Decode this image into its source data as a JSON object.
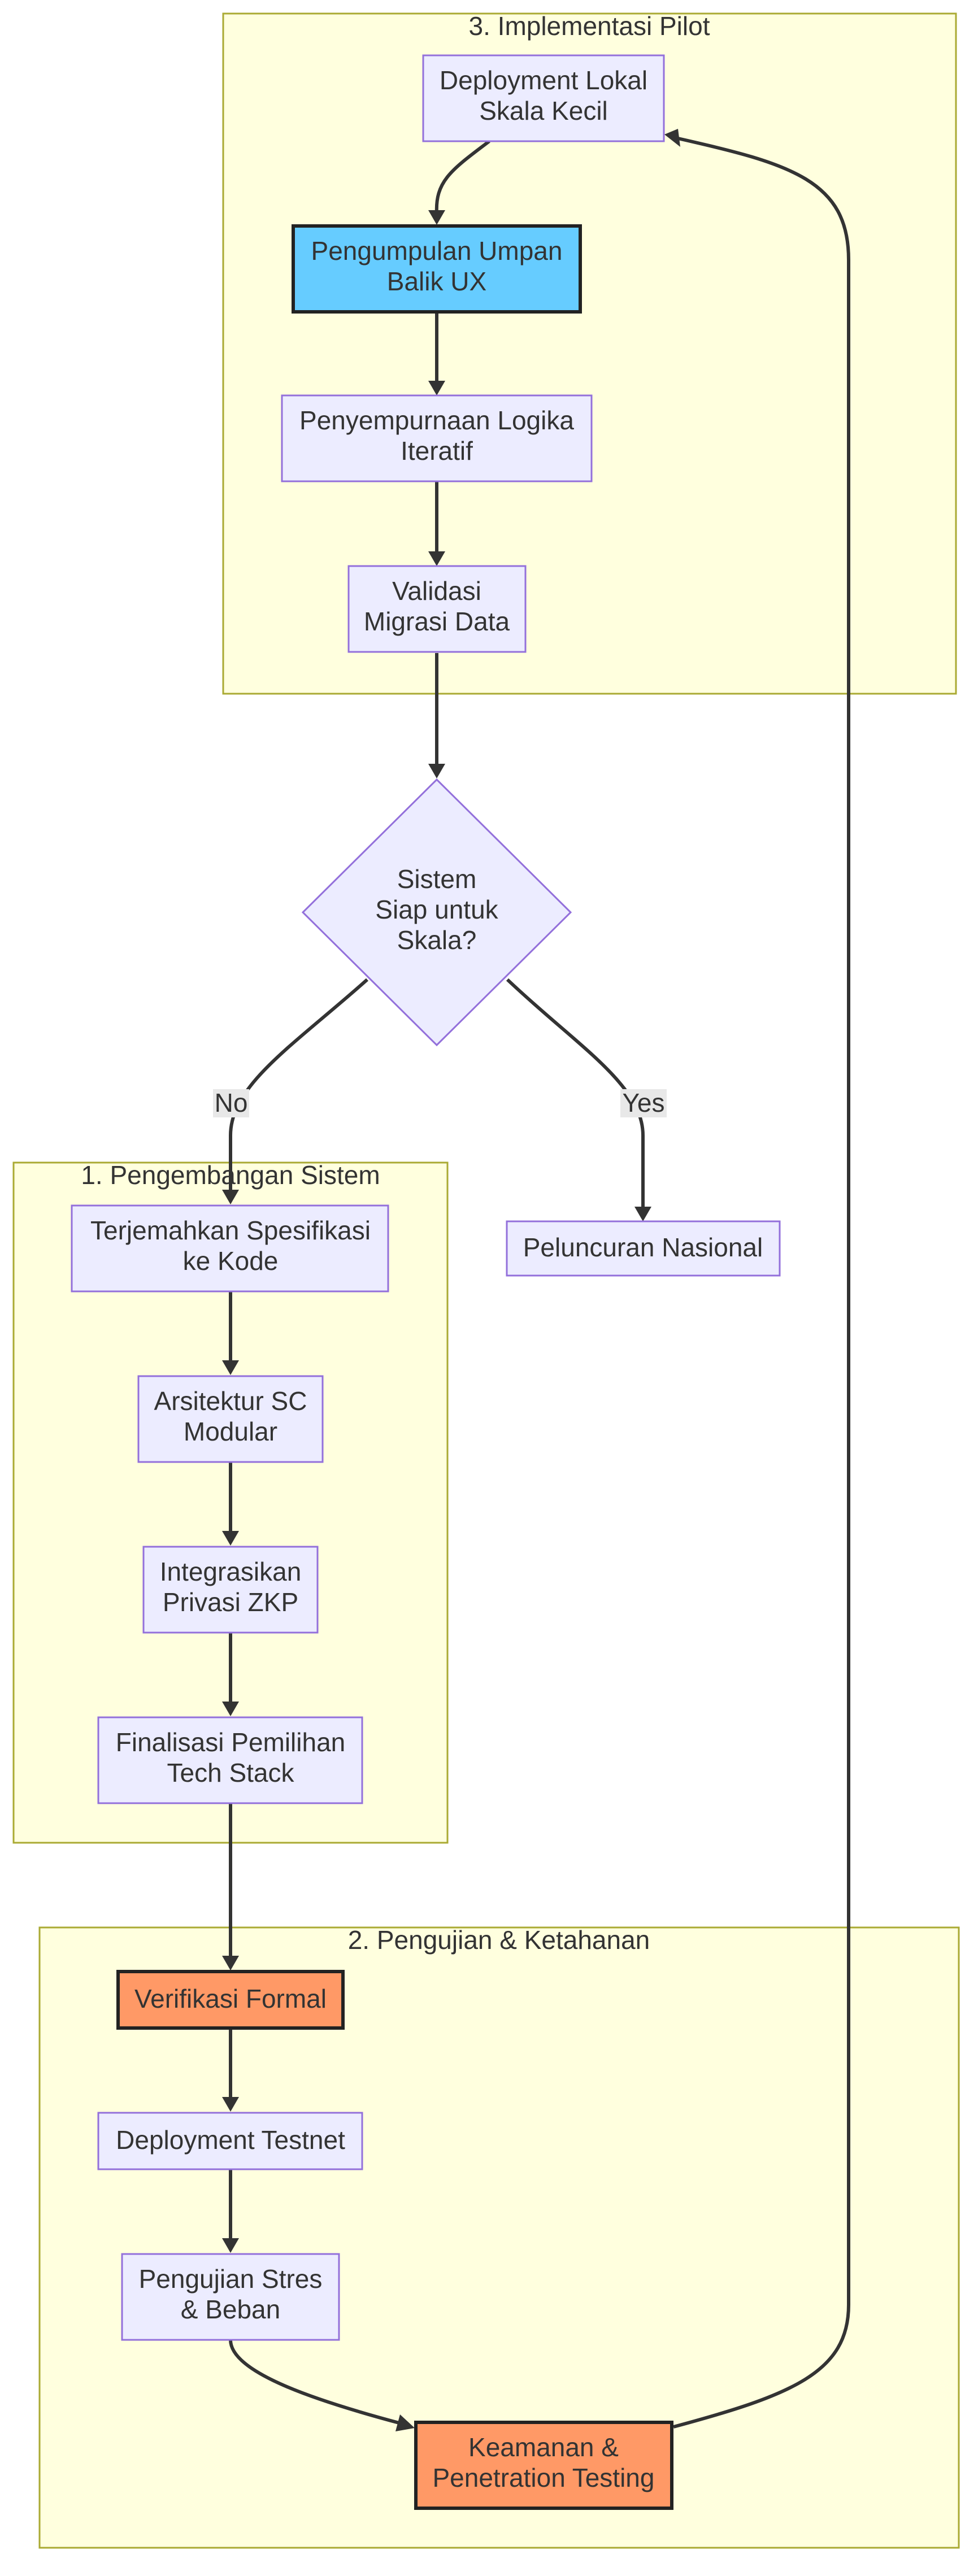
{
  "clusters": {
    "pilot": "3. Implementasi Pilot",
    "dev": "1. Pengembangan Sistem",
    "test": "2. Pengujian & Ketahanan"
  },
  "nodes": {
    "deploy_lokal": [
      "Deployment Lokal",
      "Skala Kecil"
    ],
    "umpan_balik": [
      "Pengumpulan Umpan",
      "Balik UX"
    ],
    "penyempurnaan": [
      "Penyempurnaan Logika",
      "Iteratif"
    ],
    "validasi": [
      "Validasi",
      "Migrasi Data"
    ],
    "decision": [
      "Sistem",
      "Siap untuk",
      "Skala?"
    ],
    "peluncuran": [
      "Peluncuran Nasional"
    ],
    "terjemahkan": [
      "Terjemahkan Spesifikasi",
      "ke Kode"
    ],
    "arsitektur": [
      "Arsitektur SC",
      "Modular"
    ],
    "integrasi": [
      "Integrasikan",
      "Privasi ZKP"
    ],
    "finalisasi": [
      "Finalisasi Pemilihan",
      "Tech Stack"
    ],
    "verifikasi": [
      "Verifikasi Formal"
    ],
    "testnet": [
      "Deployment Testnet"
    ],
    "stres": [
      "Pengujian Stres",
      "& Beban"
    ],
    "keamanan": [
      "Keamanan &",
      "Penetration Testing"
    ]
  },
  "edge_labels": {
    "no": "No",
    "yes": "Yes"
  },
  "colors": {
    "cluster_fill": "#ffffde",
    "cluster_stroke": "#aaaa33",
    "node_fill": "#ececff",
    "node_stroke": "#9370db",
    "highlight_blue": "#66ccff",
    "highlight_orange": "#ff9966"
  }
}
